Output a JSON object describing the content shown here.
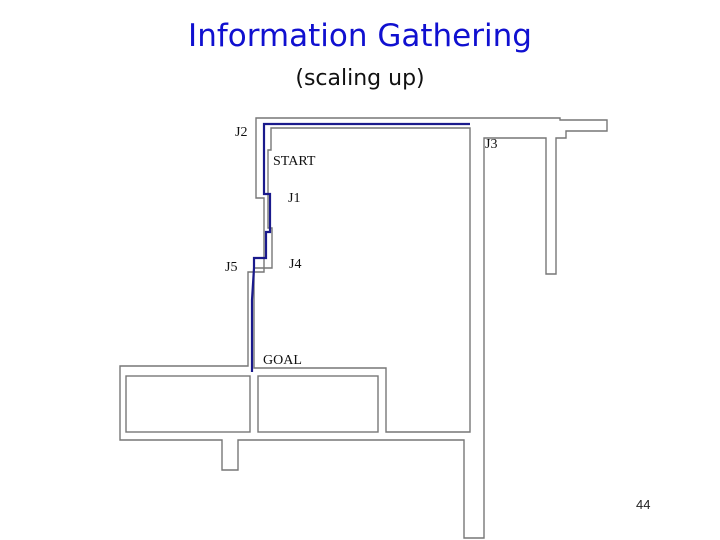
{
  "header": {
    "title": "Information Gathering",
    "subtitle": "(scaling up)"
  },
  "diagram": {
    "labels": {
      "j2": "J2",
      "j3": "J3",
      "start": "START",
      "j1": "J1",
      "j5": "J5",
      "j4": "J4",
      "goal": "GOAL"
    }
  },
  "footer": {
    "page_number": "44"
  },
  "colors": {
    "title": "#1010d0",
    "path": "#1a1a8c",
    "walls": "#777777"
  }
}
